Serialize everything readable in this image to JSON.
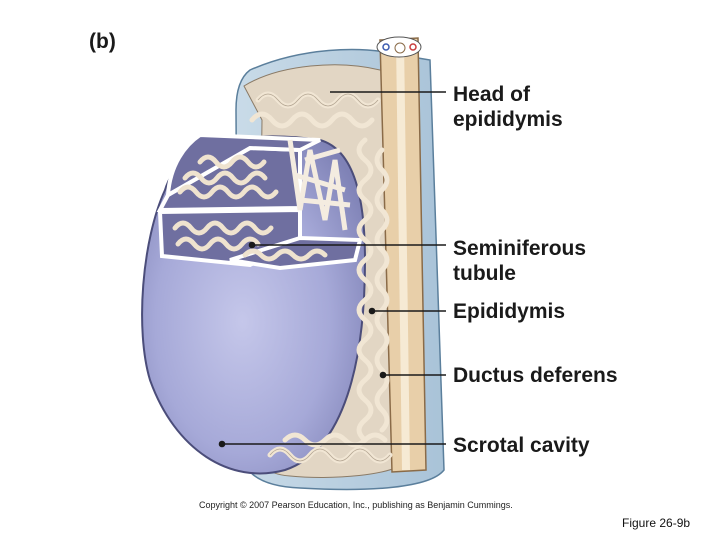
{
  "figure": {
    "panel_letter": "(b)",
    "labels": {
      "head_of_epididymis": [
        "Head of",
        "epididymis"
      ],
      "seminiferous_tubule": [
        "Seminiferous",
        "tubule"
      ],
      "epididymis": "Epididymis",
      "ductus_deferens": "Ductus deferens",
      "scrotal_cavity": "Scrotal cavity"
    },
    "copyright": "Copyright © 2007 Pearson Education, Inc., publishing as Benjamin Cummings.",
    "figure_ref": "Figure 26-9b"
  },
  "colors": {
    "scrotal_sac": "#b9cfe0",
    "testis_fill": "#9da0cf",
    "lobule_fill": "#6f6fa0",
    "tubule": "#efe3cf",
    "tubule_stroke": "#8a7a66",
    "ductus": "#e8cfa9",
    "vessel_red": "#c83c3c",
    "vessel_blue": "#3b5bb0"
  }
}
